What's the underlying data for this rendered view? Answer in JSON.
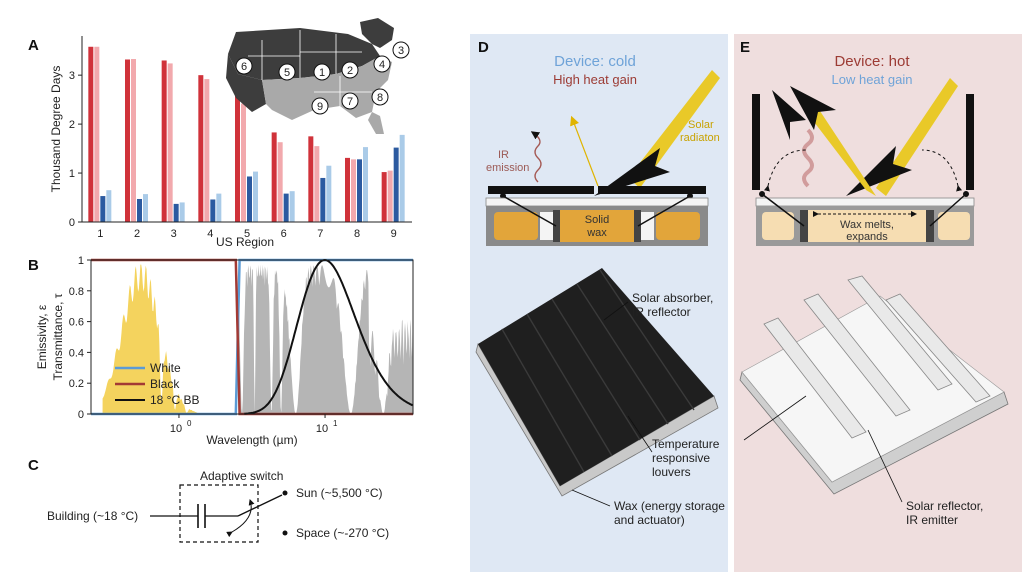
{
  "panels": {
    "a": "A",
    "b": "B",
    "c": "C",
    "d": "D",
    "e": "E"
  },
  "colors": {
    "red": "#d0323a",
    "pink": "#f2a9ad",
    "dblue": "#2b5aa0",
    "lblue": "#aacbe8",
    "white_line": "#5b9bd5",
    "black_line": "#a33a34",
    "sun": "#f4d35e",
    "atm": "#b5b5b5",
    "panel_d_bg": "#dfe8f4",
    "panel_e_bg": "#efdede",
    "wax_solid": "#e2a53a",
    "wax_melt": "#f6ddb2"
  },
  "chart_data": [
    {
      "type": "bar",
      "categories": [
        "1",
        "2",
        "3",
        "4",
        "5",
        "6",
        "7",
        "8",
        "9"
      ],
      "xlabel": "US Region",
      "ylabel": "Thousand Degree Days",
      "ylim": [
        0,
        3.8
      ],
      "yticks": [
        0,
        1,
        2,
        3
      ],
      "series": [
        {
          "values": [
            3.58,
            3.32,
            3.3,
            3.0,
            2.68,
            1.83,
            1.75,
            1.31,
            1.02
          ]
        },
        {
          "values": [
            3.58,
            3.33,
            3.24,
            2.92,
            2.42,
            1.63,
            1.55,
            1.28,
            1.05
          ]
        },
        {
          "values": [
            0.53,
            0.47,
            0.37,
            0.46,
            0.93,
            0.58,
            0.9,
            1.28,
            1.52
          ]
        },
        {
          "values": [
            0.65,
            0.57,
            0.4,
            0.58,
            1.03,
            0.63,
            1.15,
            1.53,
            1.78
          ]
        }
      ],
      "map_labels": [
        "1",
        "2",
        "3",
        "4",
        "5",
        "6",
        "7",
        "8",
        "9"
      ]
    },
    {
      "type": "line",
      "xlabel": "Wavelength (µm)",
      "ylabel_1": "Emissivity, ε",
      "ylabel_2": "Transmittance, τ",
      "xscale": "log",
      "xlim": [
        0.25,
        40
      ],
      "ylim": [
        0,
        1
      ],
      "yticks": [
        "0",
        "0.2",
        "0.4",
        "0.6",
        "0.8",
        "1"
      ],
      "xticks": [
        {
          "base": "10",
          "exp": "0"
        },
        {
          "base": "10",
          "exp": "1"
        }
      ],
      "cutoff_um": 2.5,
      "blackbody_peak_um": 10,
      "series": [
        {
          "name": "White",
          "x": [
            0.25,
            2.45,
            2.6,
            40
          ],
          "y": [
            0,
            0,
            1,
            1
          ]
        },
        {
          "name": "Black",
          "x": [
            0.25,
            2.45,
            2.6,
            40
          ],
          "y": [
            1,
            1,
            0,
            0
          ]
        },
        {
          "name": "18 °C BB",
          "x_peak": 10,
          "y_peak": 1
        }
      ],
      "legend_placement": "bottom-left"
    }
  ],
  "circuit": {
    "switch_label": "Adaptive switch",
    "building": "Building (~18 °C)",
    "sun": "Sun (~5,500 °C)",
    "space": "Space (~-270 °C)"
  },
  "panel_d": {
    "title": "Device: cold",
    "subtitle": "High heat gain",
    "ir_label_1": "IR",
    "ir_label_2": "emission",
    "solar_1": "Solar",
    "solar_2": "radiaton",
    "wax_1": "Solid",
    "wax_2": "wax",
    "callout_1a": "Solar absorber,",
    "callout_1b": "IR reflector",
    "callout_2a": "Temperature",
    "callout_2b": "responsive",
    "callout_2c": "louvers",
    "callout_3a": "Wax (energy storage",
    "callout_3b": "and actuator)"
  },
  "panel_e": {
    "title": "Device: hot",
    "subtitle": "Low heat gain",
    "wax_1": "Wax melts,",
    "wax_2": "expands",
    "callout_1a": "Solar reflector,",
    "callout_1b": "IR emitter"
  }
}
